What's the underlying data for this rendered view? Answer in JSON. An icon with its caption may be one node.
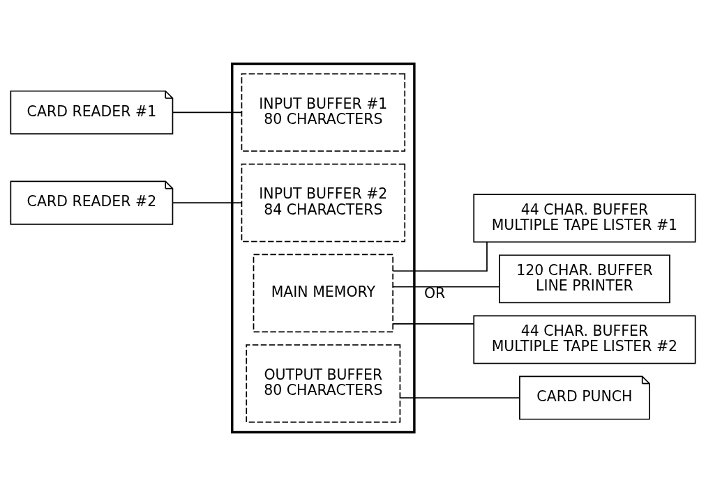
{
  "diagram": {
    "nodes": [
      {
        "text": [
          "CARD READER #1"
        ]
      },
      {
        "text": [],
        "shape": "box"
      },
      {
        "text": [
          "INPUT BUFFER #1",
          "80 CHARACTERS"
        ],
        "in": 1
      },
      {
        "text": [
          "CARD READER #2"
        ]
      },
      {
        "text": [
          "INPUT BUFFER #2",
          "84 CHARACTERS"
        ],
        "in": 1
      },
      {
        "text": [
          "MAIN MEMORY"
        ],
        "in": 1
      },
      {
        "text": [
          "OUTPUT BUFFER",
          "80 CHARACTERS"
        ],
        "in": 1
      },
      {
        "text": [
          "44 CHAR. BUFFER",
          "MULTIPLE TAPE LISTER #1"
        ]
      },
      {
        "text": [
          "120 CHAR. BUFFER",
          "LINE PRINTER"
        ]
      },
      {
        "text": [
          "44 CHAR. BUFFER",
          "MULTIPLE TAPE LISTER #2"
        ]
      },
      {
        "text": [
          "CARD PUNCH"
        ]
      }
    ],
    "edges": [
      {
        "from": 0,
        "to": 2,
        "arrow": "none"
      },
      {
        "from": 3,
        "to": 4,
        "arrow": "none"
      },
      {
        "from": 5,
        "to": 7,
        "arrow": "none"
      },
      {
        "from": 5,
        "to": 8,
        "arrow": "none",
        "label": "OR"
      },
      {
        "from": 5,
        "to": 9,
        "arrow": "none"
      },
      {
        "from": 6,
        "to": 10,
        "arrow": "none"
      }
    ]
  }
}
